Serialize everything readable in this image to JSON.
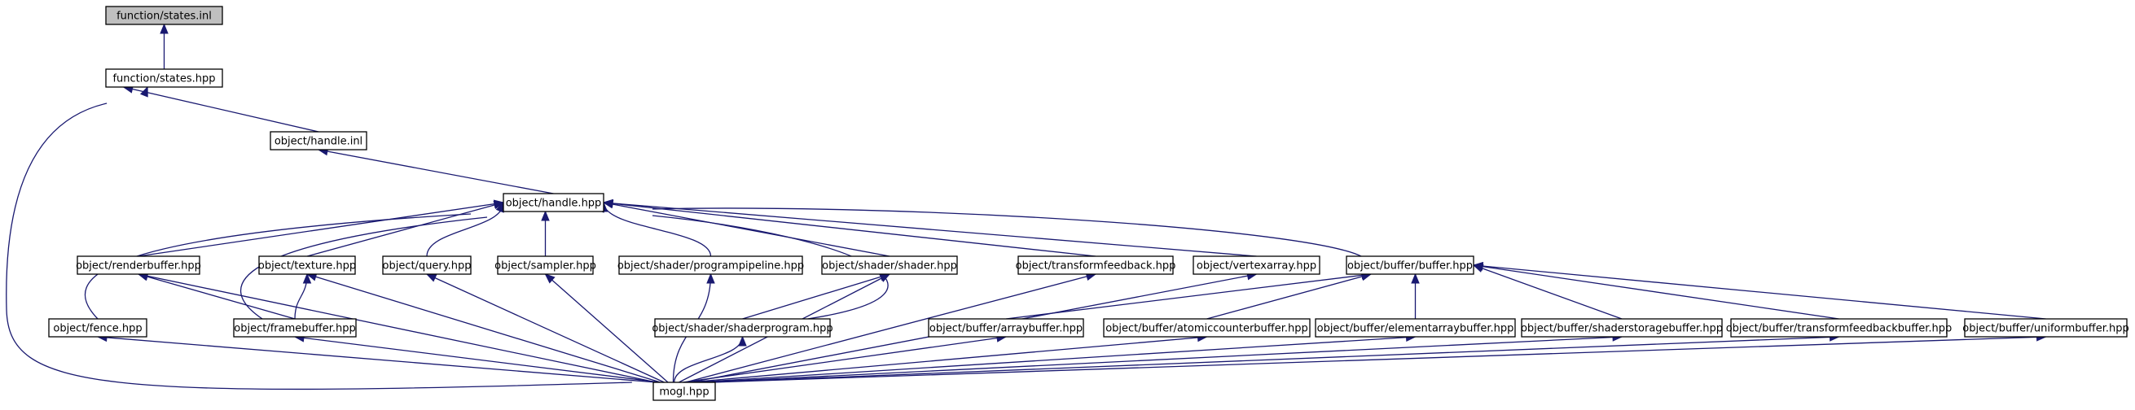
{
  "diagram": {
    "type": "include-dependency-graph",
    "colors": {
      "edge": "#191970",
      "root_fill": "#bfbfbf",
      "node_fill": "#ffffff",
      "node_border": "#000000"
    },
    "nodes": {
      "states_inl": "function/states.inl",
      "states_hpp": "function/states.hpp",
      "handle_inl": "object/handle.inl",
      "handle_hpp": "object/handle.hpp",
      "fence": "object/fence.hpp",
      "renderbuffer": "object/renderbuffer.hpp",
      "texture": "object/texture.hpp",
      "query": "object/query.hpp",
      "sampler": "object/sampler.hpp",
      "programpipeline": "object/shader/programpipeline.hpp",
      "shader": "object/shader/shader.hpp",
      "transformfeedback": "object/transformfeedback.hpp",
      "vertexarray": "object/vertexarray.hpp",
      "buffer": "object/buffer/buffer.hpp",
      "framebuffer": "object/framebuffer.hpp",
      "shaderprogram": "object/shader/shaderprogram.hpp",
      "arraybuffer": "object/buffer/arraybuffer.hpp",
      "atomiccounterbuffer": "object/buffer/atomiccounterbuffer.hpp",
      "elementarraybuffer": "object/buffer/elementarraybuffer.hpp",
      "shaderstoragebuffer": "object/buffer/shaderstoragebuffer.hpp",
      "transformfeedbackbuffer": "object/buffer/transformfeedbackbuffer.hpp",
      "uniformbuffer": "object/buffer/uniformbuffer.hpp",
      "mogl": "mogl.hpp"
    },
    "root": "states_inl",
    "edges": [
      [
        "states_hpp",
        "states_inl"
      ],
      [
        "handle_inl",
        "states_hpp"
      ],
      [
        "mogl",
        "states_hpp"
      ],
      [
        "handle_hpp",
        "handle_inl"
      ],
      [
        "fence",
        "handle_hpp"
      ],
      [
        "renderbuffer",
        "handle_hpp"
      ],
      [
        "texture",
        "handle_hpp"
      ],
      [
        "query",
        "handle_hpp"
      ],
      [
        "sampler",
        "handle_hpp"
      ],
      [
        "programpipeline",
        "handle_hpp"
      ],
      [
        "shader",
        "handle_hpp"
      ],
      [
        "transformfeedback",
        "handle_hpp"
      ],
      [
        "vertexarray",
        "handle_hpp"
      ],
      [
        "buffer",
        "handle_hpp"
      ],
      [
        "framebuffer",
        "handle_hpp"
      ],
      [
        "shaderprogram",
        "handle_hpp"
      ],
      [
        "framebuffer",
        "renderbuffer"
      ],
      [
        "framebuffer",
        "texture"
      ],
      [
        "shaderprogram",
        "shader"
      ],
      [
        "arraybuffer",
        "buffer"
      ],
      [
        "atomiccounterbuffer",
        "buffer"
      ],
      [
        "elementarraybuffer",
        "buffer"
      ],
      [
        "shaderstoragebuffer",
        "buffer"
      ],
      [
        "transformfeedbackbuffer",
        "buffer"
      ],
      [
        "uniformbuffer",
        "buffer"
      ],
      [
        "mogl",
        "fence"
      ],
      [
        "mogl",
        "renderbuffer"
      ],
      [
        "mogl",
        "framebuffer"
      ],
      [
        "mogl",
        "texture"
      ],
      [
        "mogl",
        "query"
      ],
      [
        "mogl",
        "sampler"
      ],
      [
        "mogl",
        "programpipeline"
      ],
      [
        "mogl",
        "shader"
      ],
      [
        "mogl",
        "shaderprogram"
      ],
      [
        "mogl",
        "transformfeedback"
      ],
      [
        "mogl",
        "vertexarray"
      ],
      [
        "mogl",
        "arraybuffer"
      ],
      [
        "mogl",
        "atomiccounterbuffer"
      ],
      [
        "mogl",
        "elementarraybuffer"
      ],
      [
        "mogl",
        "shaderstoragebuffer"
      ],
      [
        "mogl",
        "transformfeedbackbuffer"
      ],
      [
        "mogl",
        "uniformbuffer"
      ]
    ]
  }
}
